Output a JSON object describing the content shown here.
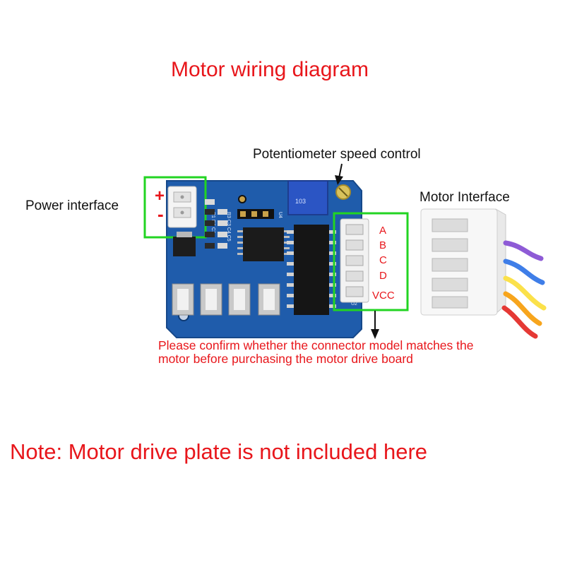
{
  "diagram": {
    "title": "Motor wiring diagram",
    "note": "Note: Motor drive plate is not included here",
    "warning_line1": "Please confirm whether the connector model matches the",
    "warning_line2": "motor before purchasing the motor drive board",
    "labels": {
      "power": "Power interface",
      "potentiometer": "Potentiometer speed control",
      "motor": "Motor Interface"
    },
    "power_symbols": {
      "plus": "+",
      "minus": "-"
    },
    "pins": [
      "A",
      "B",
      "C",
      "D",
      "VCC"
    ]
  },
  "colors": {
    "accent_red": "#e8161b",
    "highlight_green": "#22d422",
    "pcb_blue": "#1f5cab",
    "wire_colors": [
      "#e53935",
      "#f7a51d",
      "#fbe14a",
      "#3f7ee8",
      "#8e5bd6"
    ]
  }
}
